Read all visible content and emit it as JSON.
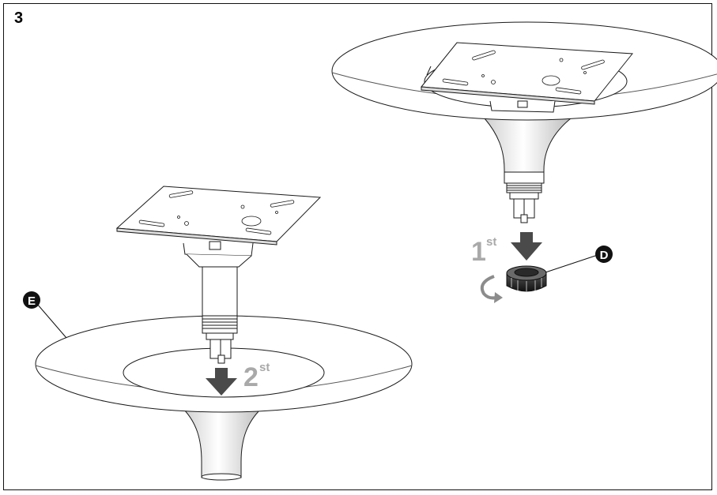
{
  "step_number": "3",
  "callouts": {
    "part_d": "D",
    "part_e": "E"
  },
  "sequence": {
    "first": {
      "number": "1",
      "suffix": "st"
    },
    "second": {
      "number": "2",
      "suffix": "st"
    }
  },
  "colors": {
    "line": "#1a1a1a",
    "arrow": "#4a4a4a",
    "sequence_text": "#a9a9a9",
    "callout_fill": "#111111",
    "rotate_arrow": "#8c8c8c"
  }
}
